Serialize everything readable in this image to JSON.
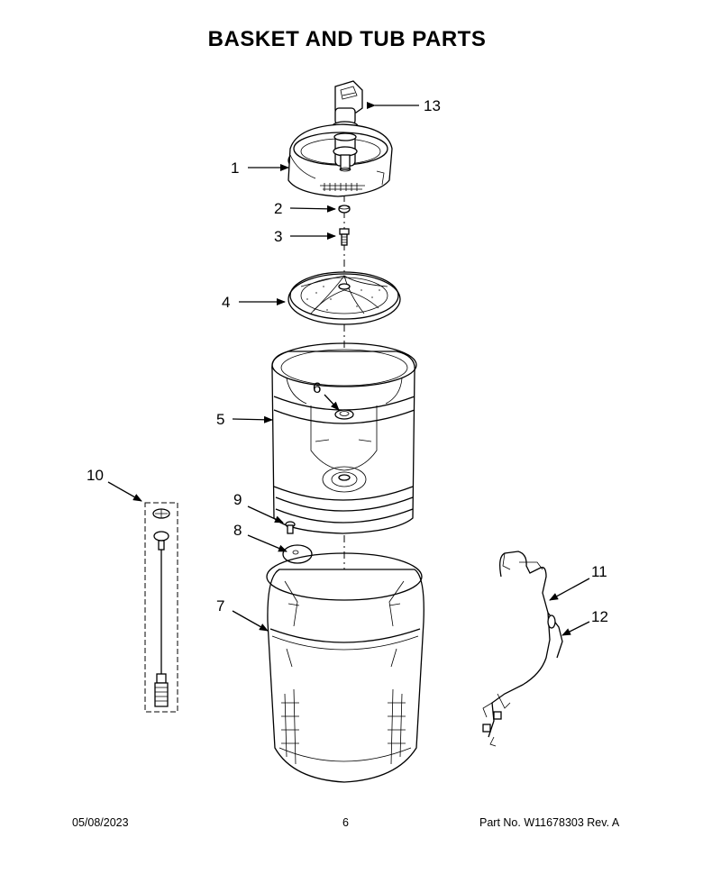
{
  "page": {
    "title": "BASKET AND TUB PARTS",
    "footer": {
      "date": "05/08/2023",
      "page_number": "6",
      "part_number": "Part No.  W11678303  Rev.  A"
    }
  },
  "callouts": {
    "c1": "1",
    "c2": "2",
    "c3": "3",
    "c4": "4",
    "c5": "5",
    "c6": "6",
    "c7": "7",
    "c8": "8",
    "c9": "9",
    "c10": "10",
    "c11": "11",
    "c12": "12",
    "c13": "13"
  },
  "colors": {
    "line": "#000000",
    "background": "#ffffff"
  }
}
